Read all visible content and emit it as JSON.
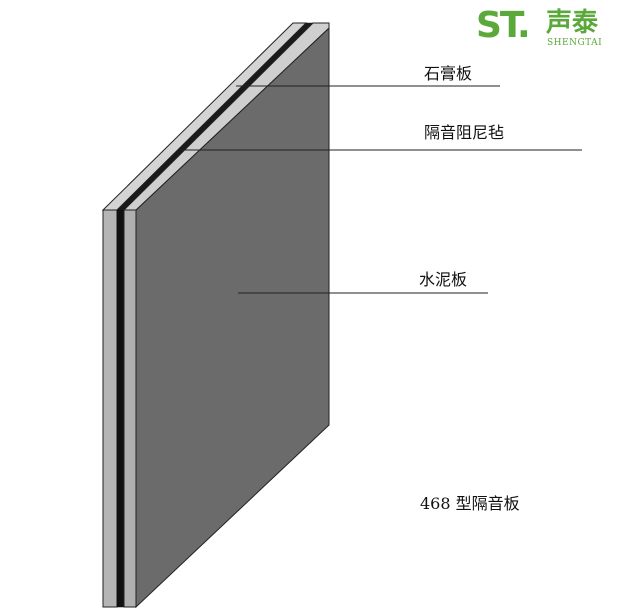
{
  "logo": {
    "mark": "ST.",
    "brand_cn": "声泰",
    "brand_en": "SHENGTAI",
    "color": "#5aa93a"
  },
  "labels": {
    "gypsum_board": "石膏板",
    "damping_felt": "隔音阻尼毡",
    "cement_board": "水泥板",
    "product_name": "468 型隔音板"
  },
  "colors": {
    "face": "#6b6b6b",
    "top_light": "#d0d0d0",
    "side_light": "#b8b8b8",
    "felt": "#111111",
    "edge": "#222222"
  }
}
